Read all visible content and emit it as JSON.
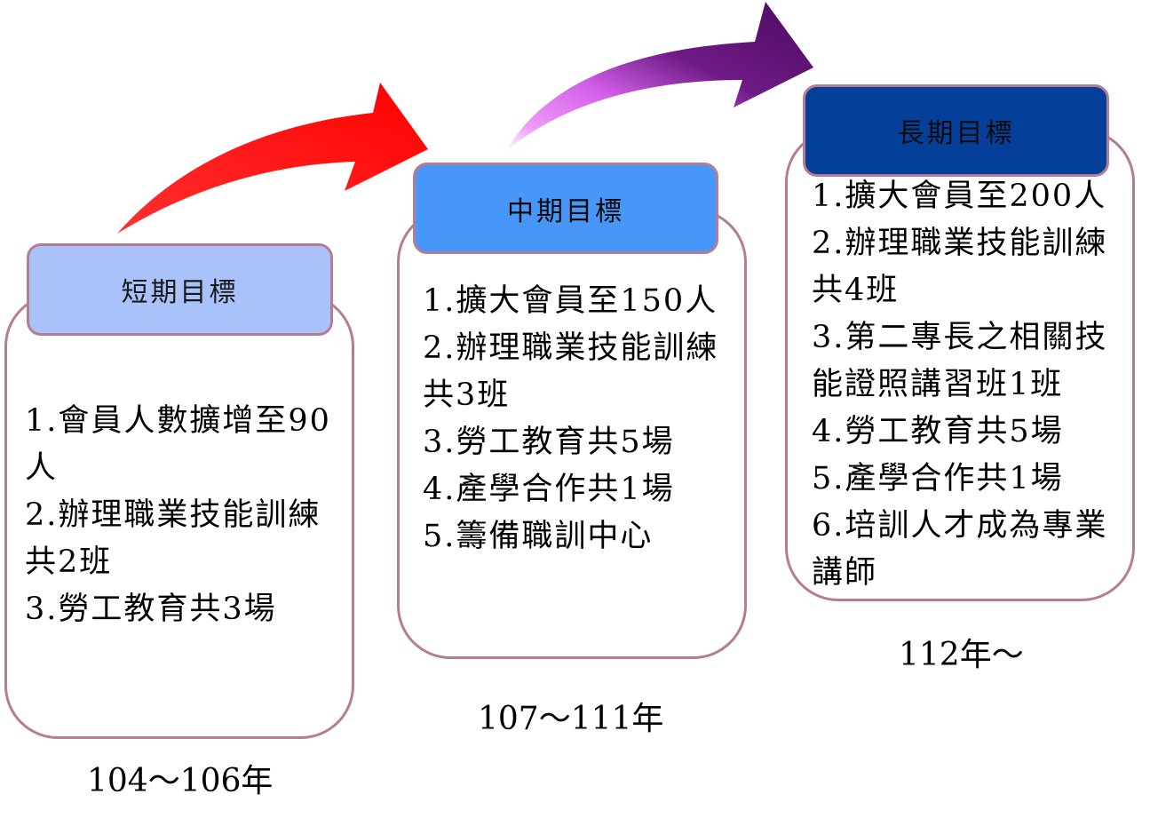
{
  "stages": {
    "short": {
      "title": "短期目標",
      "items": [
        "1.會員人數擴增至90人",
        "2.辦理職業技能訓練共2班",
        "3.勞工教育共3場"
      ],
      "period": "104～106年",
      "header_color": "#a9c3fa"
    },
    "mid": {
      "title": "中期目標",
      "items": [
        "1.擴大會員至150人",
        "2.辦理職業技能訓練共3班",
        "3.勞工教育共5場",
        "4.產學合作共1場",
        "5.籌備職訓中心"
      ],
      "period": "107～111年",
      "header_color": "#4797f9"
    },
    "long": {
      "title": "長期目標",
      "items": [
        "1.擴大會員至200人",
        "2.辦理職業技能訓練共4班",
        "3.第二專長之相關技能證照講習班1班",
        "4.勞工教育共5場",
        "5.產學合作共1場",
        "6.培訓人才成為專業講師"
      ],
      "period": "112年～",
      "header_color": "#044099"
    }
  },
  "colors": {
    "border": "#b57c95",
    "arrow_red": "#ff0000",
    "arrow_purple_start": "#e577f5",
    "arrow_purple_end": "#4b0b5e"
  }
}
